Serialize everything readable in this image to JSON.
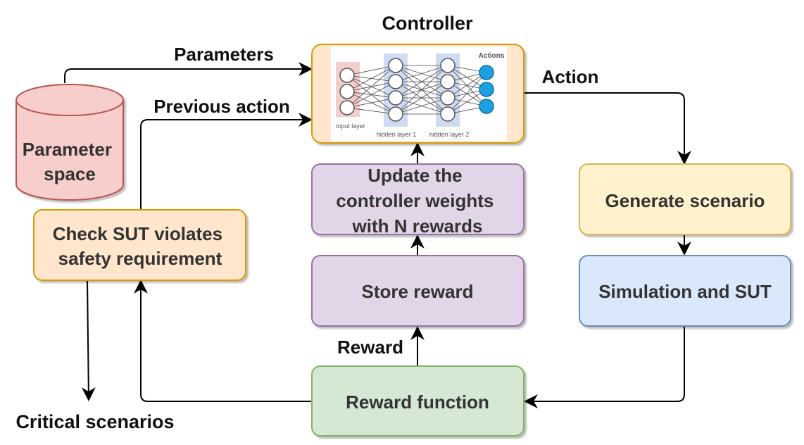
{
  "labels": {
    "controller": "Controller",
    "parameters": "Parameters",
    "previous_action": "Previous action",
    "action": "Action",
    "reward": "Reward",
    "critical_scenarios": "Critical scenarios"
  },
  "nodes": {
    "parameter_space": [
      "Parameter",
      "space"
    ],
    "check_sut": [
      "Check SUT violates",
      "safety requirement"
    ],
    "update_weights": [
      "Update the",
      "controller weights",
      "with N rewards"
    ],
    "store_reward": "Store reward",
    "reward_function": "Reward function",
    "generate_scenario": "Generate scenario",
    "simulation_sut": "Simulation and SUT"
  },
  "network": {
    "input_layer": "input layer",
    "hidden_layer_1": "hidden layer 1",
    "hidden_layer_2": "hidden layer 2",
    "actions": "Actions"
  },
  "colors": {
    "cylinder_fill": "#f8cecc",
    "cylinder_stroke": "#b85450",
    "orange_fill": "#ffe6cc",
    "orange_stroke": "#d79b00",
    "purple_fill": "#e1d5e7",
    "purple_stroke": "#9673a6",
    "green_fill": "#d5e8d4",
    "green_stroke": "#82b366",
    "yellow_fill": "#fff2cc",
    "yellow_stroke": "#d6b656",
    "blue_fill": "#dae8fc",
    "blue_stroke": "#6c8ebf",
    "action_node": "#1ba1e2"
  }
}
